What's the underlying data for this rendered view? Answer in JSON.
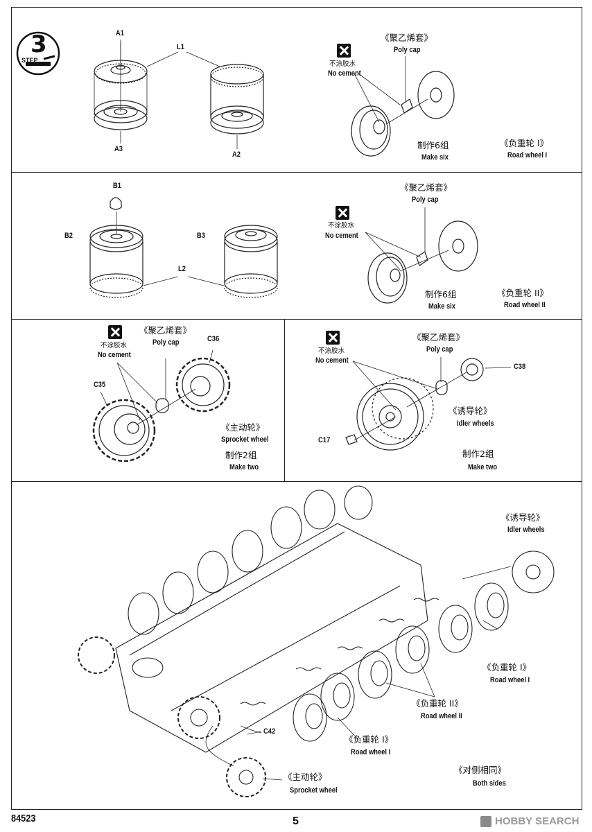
{
  "step": {
    "word": "STEP",
    "number": "3"
  },
  "panel1": {
    "parts": {
      "a1": "A1",
      "l1": "L1",
      "a3": "A3",
      "a2": "A2"
    },
    "poly_cap_cn": "《聚乙烯套》",
    "poly_cap_en": "Poly cap",
    "no_cement_cn": "不涂胶水",
    "no_cement_en": "No cement",
    "make_cn": "制作6组",
    "make_en": "Make six",
    "title_cn": "《负重轮 I》",
    "title_en": "Road wheel I"
  },
  "panel2": {
    "parts": {
      "b1": "B1",
      "b2": "B2",
      "b3": "B3",
      "l2": "L2"
    },
    "poly_cap_cn": "《聚乙烯套》",
    "poly_cap_en": "Poly cap",
    "no_cement_cn": "不涂胶水",
    "no_cement_en": "No cement",
    "make_cn": "制作6组",
    "make_en": "Make six",
    "title_cn": "《负重轮 II》",
    "title_en": "Road wheel II"
  },
  "panel3": {
    "no_cement_cn": "不涂胶水",
    "no_cement_en": "No cement",
    "poly_cap_cn": "《聚乙烯套》",
    "poly_cap_en": "Poly cap",
    "parts": {
      "c36": "C36",
      "c35": "C35"
    },
    "title_cn": "《主动轮》",
    "title_en": "Sprocket wheel",
    "make_cn": "制作2组",
    "make_en": "Make two"
  },
  "panel4": {
    "no_cement_cn": "不涂胶水",
    "no_cement_en": "No cement",
    "poly_cap_cn": "《聚乙烯套》",
    "poly_cap_en": "Poly cap",
    "parts": {
      "c38": "C38",
      "c17": "C17"
    },
    "title_cn": "《诱导轮》",
    "title_en": "Idler wheels",
    "make_cn": "制作2组",
    "make_en": "Make two"
  },
  "panel5": {
    "idler_cn": "《诱导轮》",
    "idler_en": "Idler wheels",
    "rw1_cn": "《负重轮 I》",
    "rw1_en": "Road wheel I",
    "rw2_cn": "《负重轮 II》",
    "rw2_en": "Road wheel II",
    "rw1b_cn": "《负重轮 I》",
    "rw1b_en": "Road wheel I",
    "c42": "C42",
    "sprocket_cn": "《主动轮》",
    "sprocket_en": "Sprocket wheel",
    "both_cn": "《对侧相同》",
    "both_en": "Both sides"
  },
  "footer": {
    "code": "84523",
    "page": "5",
    "watermark": "HOBBY SEARCH"
  }
}
